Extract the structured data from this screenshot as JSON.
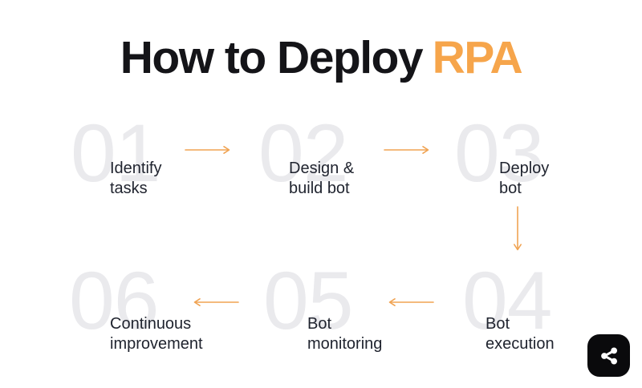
{
  "title": {
    "prefix": "How to Deploy",
    "highlight": "RPA"
  },
  "steps": [
    {
      "number": "01",
      "line1": "Identify",
      "line2": "tasks"
    },
    {
      "number": "02",
      "line1": "Design &",
      "line2": "build bot"
    },
    {
      "number": "03",
      "line1": "Deploy",
      "line2": "bot"
    },
    {
      "number": "04",
      "line1": "Bot",
      "line2": "execution"
    },
    {
      "number": "05",
      "line1": "Bot",
      "line2": "monitoring"
    },
    {
      "number": "06",
      "line1": "Continuous",
      "line2": "improvement"
    }
  ],
  "colors": {
    "accent": "#F6A54B",
    "arrow": "#F0A352",
    "numeral": "#EAEAED",
    "label": "#20242F",
    "title": "#141418",
    "background": "#FFFFFF",
    "shareBg": "#0A0A0C",
    "shareGlyph": "#FFFFFF"
  }
}
